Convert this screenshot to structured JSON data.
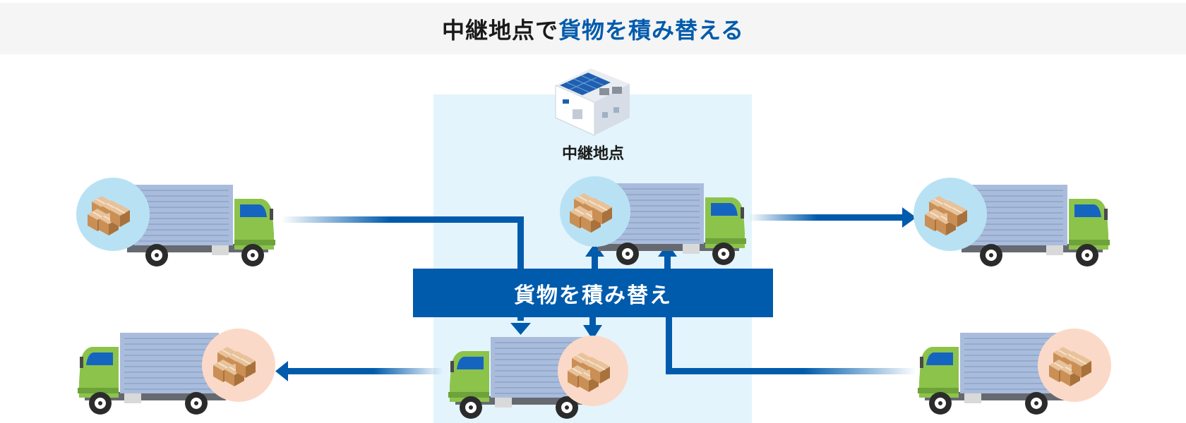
{
  "header": {
    "title_black": "中継地点で",
    "title_blue": "貨物を積み替える"
  },
  "relay": {
    "label": "中継地点"
  },
  "transfer": {
    "label": "貨物を積み替え"
  },
  "colors": {
    "title_bar_bg": "#f5f5f5",
    "title_text": "#1a1a1a",
    "accent_blue": "#005bac",
    "relay_zone_bg": "#e3f4fc",
    "cargo_circle_blue": "#b8e2f4",
    "cargo_circle_peach": "#fbd9c8",
    "truck_cab_green": "#8cc34b",
    "truck_box": "#a9bcdc"
  },
  "icons": {
    "relay_building": "warehouse-with-solar-panels-icon",
    "truck": "delivery-truck-icon",
    "cargo": "cardboard-boxes-icon"
  }
}
